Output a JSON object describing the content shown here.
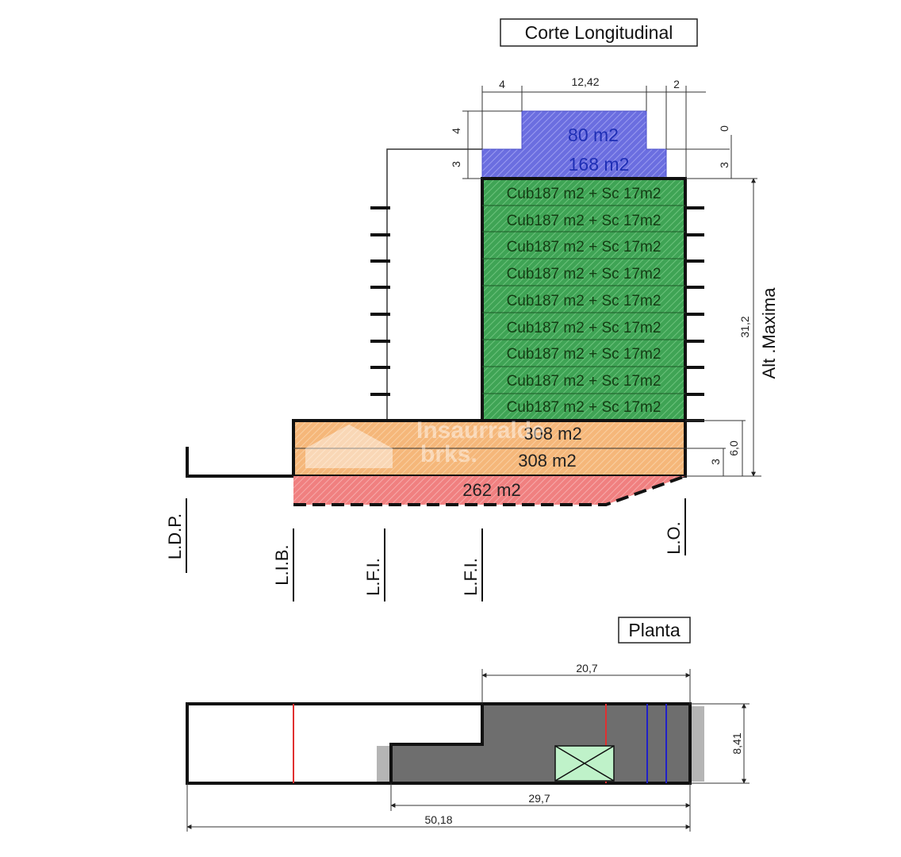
{
  "titles": {
    "section": "Corte Longitudinal",
    "plan": "Planta"
  },
  "section": {
    "top_dims": [
      "4",
      "12,42",
      "2"
    ],
    "left_dims": [
      "4",
      "3"
    ],
    "right_dims": [
      "0",
      "3"
    ],
    "penthouse": [
      "80 m2",
      "168 m2"
    ],
    "floors": [
      "Cub187 m2 + Sc 17m2",
      "Cub187 m2 + Sc 17m2",
      "Cub187 m2 + Sc 17m2",
      "Cub187 m2 + Sc 17m2",
      "Cub187 m2 + Sc 17m2",
      "Cub187 m2 + Sc 17m2",
      "Cub187 m2 + Sc 17m2",
      "Cub187 m2 + Sc 17m2",
      "Cub187 m2 + Sc 17m2"
    ],
    "base": [
      "308 m2",
      "308 m2"
    ],
    "basement": "262 m2",
    "height_dim": "31,2",
    "height_label": "Alt .Maxima",
    "base_dims": [
      "6,0",
      "3"
    ],
    "lines": [
      "L.D.P.",
      "L.I.B.",
      "L.F.I.",
      "L.F.I.",
      "L.O."
    ]
  },
  "plan": {
    "dims": [
      "20,7",
      "8,41",
      "29,7",
      "50,18"
    ]
  },
  "colors": {
    "penthouse": "#6b6ee0",
    "floors": "#3fa455",
    "base": "#f5b77a",
    "basement": "#f08080",
    "plan_fill": "#6e6e6e",
    "core": "#bff2c9"
  }
}
